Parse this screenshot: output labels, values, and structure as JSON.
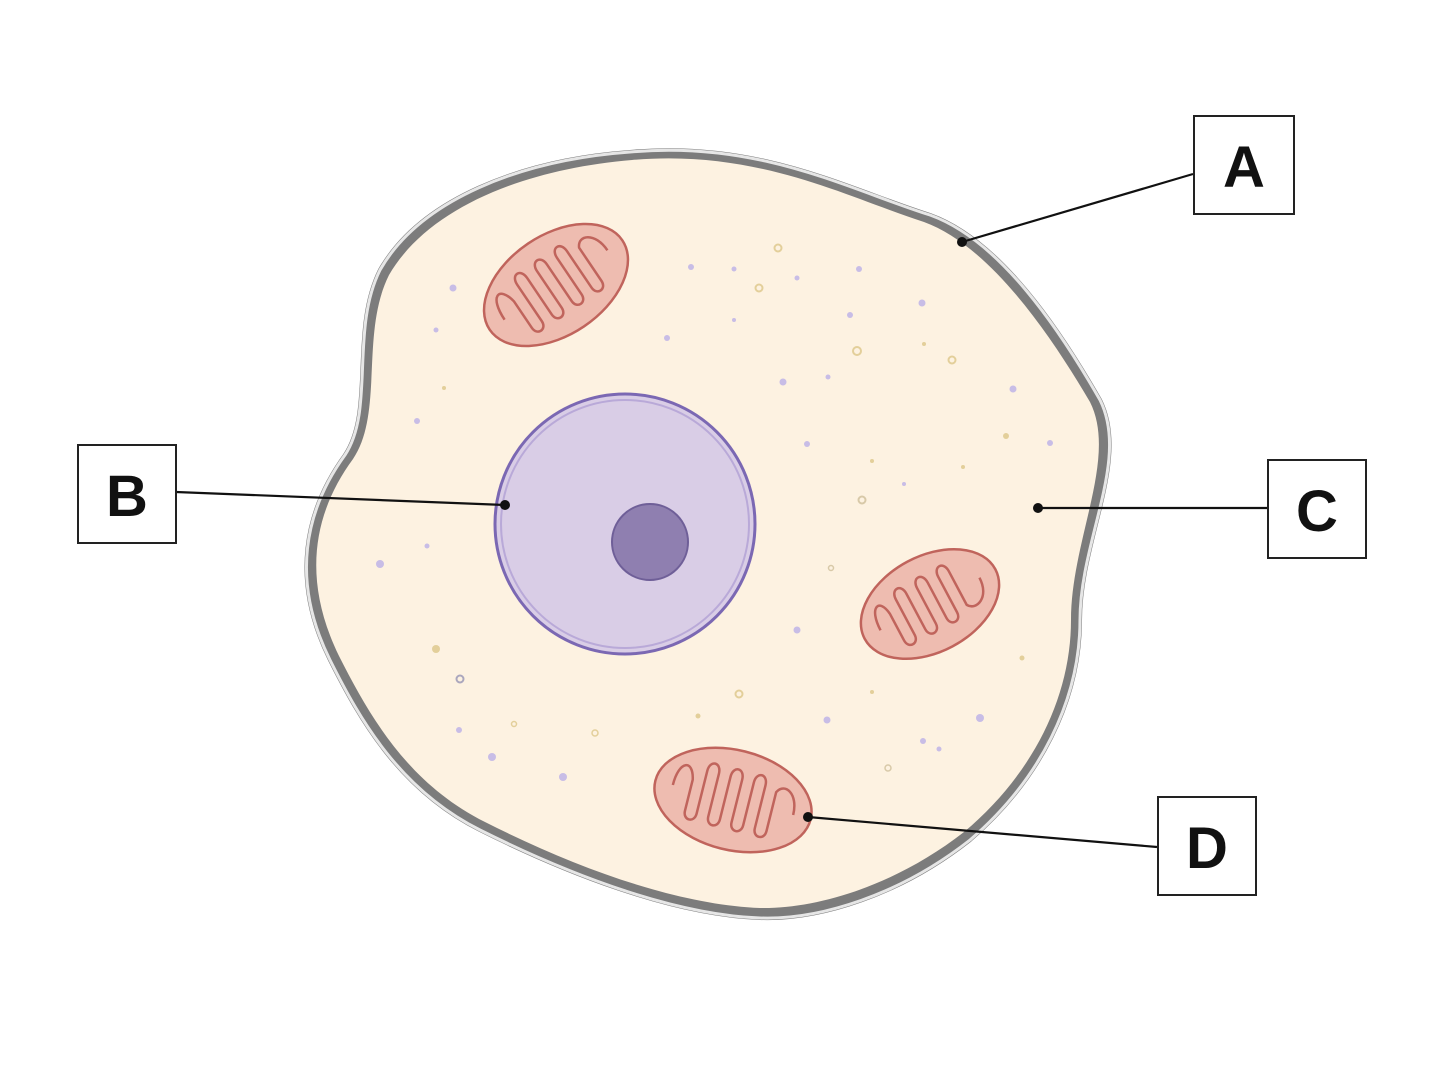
{
  "diagram": {
    "labels": {
      "a": "A",
      "b": "B",
      "c": "C",
      "d": "D"
    },
    "colors": {
      "background": "#ffffff",
      "cytoplasm": "#fdf2e1",
      "membrane_outer": "#7c7c7c",
      "membrane_inner": "#e6e6e6",
      "nucleus": "#d9cde6",
      "nuclear_envelope": "#7b68b3",
      "nucleolus": "#8f7fb0",
      "mitochondrion": "#eebcb0",
      "mitochondrion_outline": "#c0645c",
      "granule_purple": "#c8bde6",
      "granule_yellow": "#e3cf9a"
    },
    "icons": [
      "cell-membrane",
      "nucleus",
      "nucleolus",
      "mitochondrion",
      "cytoplasm-granule"
    ]
  }
}
